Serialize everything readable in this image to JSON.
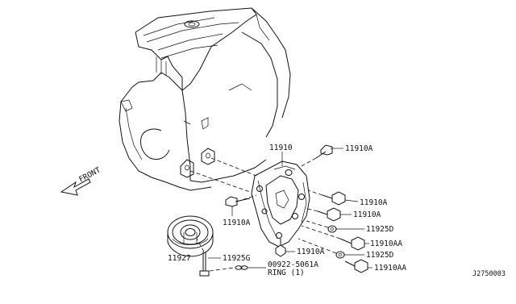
{
  "diagram": {
    "direction_label": "FRONT",
    "figure_code": "J2750003",
    "parts": {
      "bracket_upper": "11910",
      "bolt_top": "11910A",
      "bolt_right_1": "11910A",
      "bolt_right_2": "11910A",
      "bolt_left": "11910A",
      "bolt_lower": "11910A",
      "washer_1": "11925D",
      "washer_2": "11925D",
      "bolt_aa_1": "11910AA",
      "bolt_aa_2": "11910AA",
      "pulley": "11927",
      "pulley_bolt": "11925G",
      "ring_part_no": "00922-5061A",
      "ring_desc": "RING (1)"
    }
  }
}
